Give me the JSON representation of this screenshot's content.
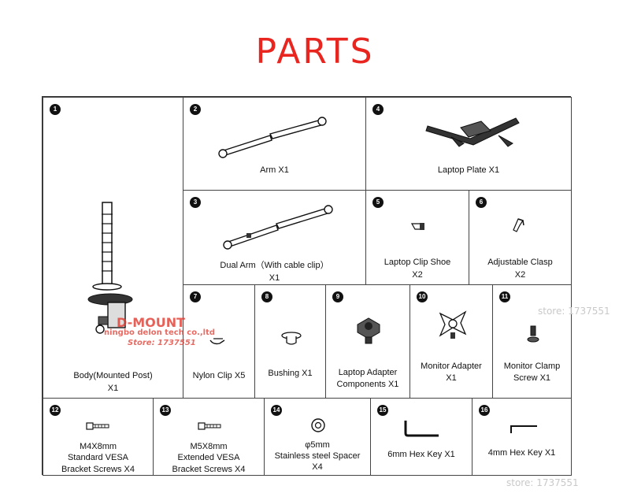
{
  "title": "PARTS",
  "parts": [
    {
      "num": "1",
      "caption1": "Body(Mounted Post)",
      "caption2": "X1"
    },
    {
      "num": "2",
      "caption1": "Arm X1",
      "caption2": ""
    },
    {
      "num": "4",
      "caption1": "Laptop Plate X1",
      "caption2": ""
    },
    {
      "num": "3",
      "caption1": "Dual Arm（With cable clip）",
      "caption2": "X1"
    },
    {
      "num": "5",
      "caption1": "Laptop Clip Shoe",
      "caption2": "X2"
    },
    {
      "num": "6",
      "caption1": "Adjustable Clasp",
      "caption2": "X2"
    },
    {
      "num": "7",
      "caption1": "Nylon Clip X5",
      "caption2": ""
    },
    {
      "num": "8",
      "caption1": "Bushing X1",
      "caption2": ""
    },
    {
      "num": "9",
      "caption1": "Laptop Adapter",
      "caption2": "Components X1"
    },
    {
      "num": "10",
      "caption1": "Monitor Adapter",
      "caption2": "X1"
    },
    {
      "num": "11",
      "caption1": "Monitor Clamp",
      "caption2": "Screw  X1"
    },
    {
      "num": "12",
      "caption1": "M4X8mm",
      "caption2": "Standard VESA",
      "caption3": "Bracket Screws X4"
    },
    {
      "num": "13",
      "caption1": "M5X8mm",
      "caption2": "Extended VESA",
      "caption3": "Bracket Screws X4"
    },
    {
      "num": "14",
      "caption1": "φ5mm",
      "caption2": "Stainless steel Spacer",
      "caption3": "X4"
    },
    {
      "num": "15",
      "caption1": "6mm Hex Key X1",
      "caption2": ""
    },
    {
      "num": "16",
      "caption1": "4mm Hex Key X1",
      "caption2": ""
    }
  ],
  "watermark": {
    "brand": "D-MOUNT",
    "company": "ningbo delon tech co.,ltd",
    "store_red": "Store: 1737551",
    "store_grey_1": "store: 1737551",
    "store_grey_2": "store: 1737551"
  },
  "colors": {
    "title": "#e8251f",
    "watermark_red": "#e03a2f",
    "watermark_grey": "#c9c9c9"
  }
}
